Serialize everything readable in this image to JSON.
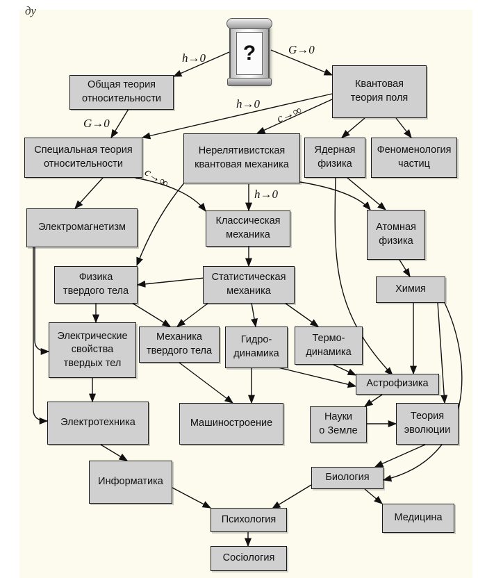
{
  "corner_text": "ду",
  "question_mark": "?",
  "nodes": {
    "gr": "Общая теория\nотносительности",
    "qft": "Квантовая\nтеория поля",
    "sr": "Специальная теория\nотносительности",
    "nrqm": "Нерелятивистская\nквантовая механика",
    "nuclear": "Ядерная\nфизика",
    "phenom": "Феноменология\nчастиц",
    "em": "Электромагнетизм",
    "classical": "Классическая\nмеханика",
    "atomic": "Атомная\nфизика",
    "solid": "Физика\nтвердого тела",
    "stat": "Статистическая\nмеханика",
    "chem": "Химия",
    "elecprop": "Электрические\nсвойства\nтвердых тел",
    "solidmech": "Механика\nтвердого тела",
    "hydro": "Гидро-\nдинамика",
    "thermo": "Термо-\nдинамика",
    "astro": "Астрофизика",
    "eleceng": "Электротехника",
    "mecheng": "Машиностроение",
    "earth": "Науки\nо Земле",
    "evolution": "Теория\nэволюции",
    "cs": "Информатика",
    "bio": "Биология",
    "psych": "Психология",
    "med": "Медицина",
    "socio": "Сociология"
  },
  "limits": {
    "h_to_0": "h→0",
    "g_to_0": "G→0",
    "c_to_inf": "c→∞"
  }
}
